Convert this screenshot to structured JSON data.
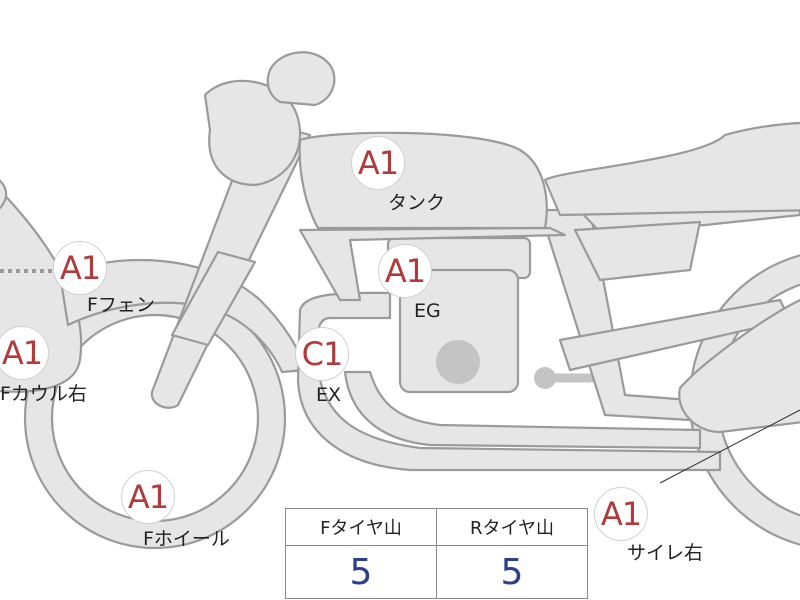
{
  "parts": [
    {
      "id": "tank",
      "grade": "A1",
      "label": "タンク"
    },
    {
      "id": "engine",
      "grade": "A1",
      "label": "EG"
    },
    {
      "id": "front-fender",
      "grade": "A1",
      "label": "Fフェン"
    },
    {
      "id": "exhaust",
      "grade": "C1",
      "label": "EX"
    },
    {
      "id": "front-cowl-r",
      "grade": "A1",
      "label": "Fカウル右"
    },
    {
      "id": "front-wheel",
      "grade": "A1",
      "label": "Fホイール"
    },
    {
      "id": "muffler-r",
      "grade": "A1",
      "label": "サイレ右"
    }
  ],
  "tread_table": {
    "headers": [
      "Fタイヤ山",
      "Rタイヤ山"
    ],
    "values": [
      "5",
      "5"
    ]
  },
  "colors": {
    "grade_text": "#b13a3a",
    "tread_value": "#2a3f8f",
    "part_fill": "#e6e6e6",
    "part_outline": "#9a9a9a"
  }
}
